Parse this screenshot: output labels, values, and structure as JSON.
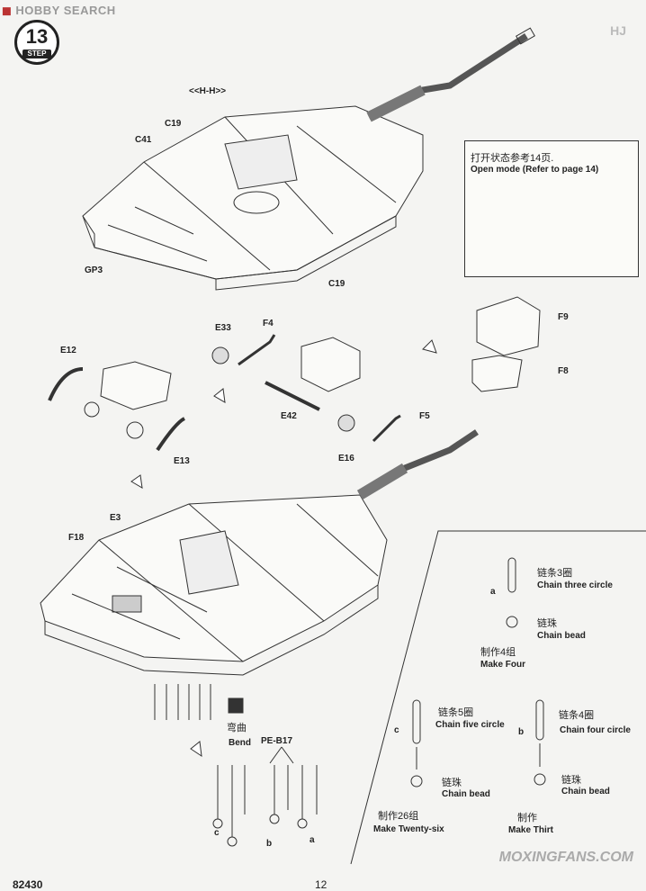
{
  "header": {
    "watermark_text": "HOBBY SEARCH",
    "step_number": "13",
    "step_label": "STEP",
    "corner_logo": "HJ"
  },
  "callout": {
    "cn": "打开状态参考14页.",
    "en": "Open mode (Refer to page 14)"
  },
  "parts": {
    "hh": "<<H-H>>",
    "c19a": "C19",
    "c41": "C41",
    "gp3": "GP3",
    "c19b": "C19",
    "e33": "E33",
    "f4": "F4",
    "e12": "E12",
    "e42": "E42",
    "f5": "F5",
    "e13": "E13",
    "e16": "E16",
    "f9": "F9",
    "f8": "F8",
    "e3": "E3",
    "f18": "F18",
    "peb17": "PE-B17"
  },
  "bend": {
    "cn": "弯曲",
    "en": "Bend"
  },
  "chains": {
    "a_label": "a",
    "b_label": "b",
    "c_label": "c",
    "three_cn": "链条3圈",
    "three_en": "Chain three circle",
    "five_cn": "链条5圈",
    "five_en": "Chain five circle",
    "four_cn": "链条4圈",
    "four_en": "Chain four circle",
    "bead_cn": "链珠",
    "bead_en": "Chain bead",
    "make4_cn": "制作4组",
    "make4_en": "Make Four",
    "make26_cn": "制作26组",
    "make26_en": "Make Twenty-six",
    "make30_cn": "制作",
    "make30_en": "Make Thirt"
  },
  "footer": {
    "product_code": "82430",
    "page_number": "12",
    "watermark": "MOXINGFANS.COM"
  }
}
